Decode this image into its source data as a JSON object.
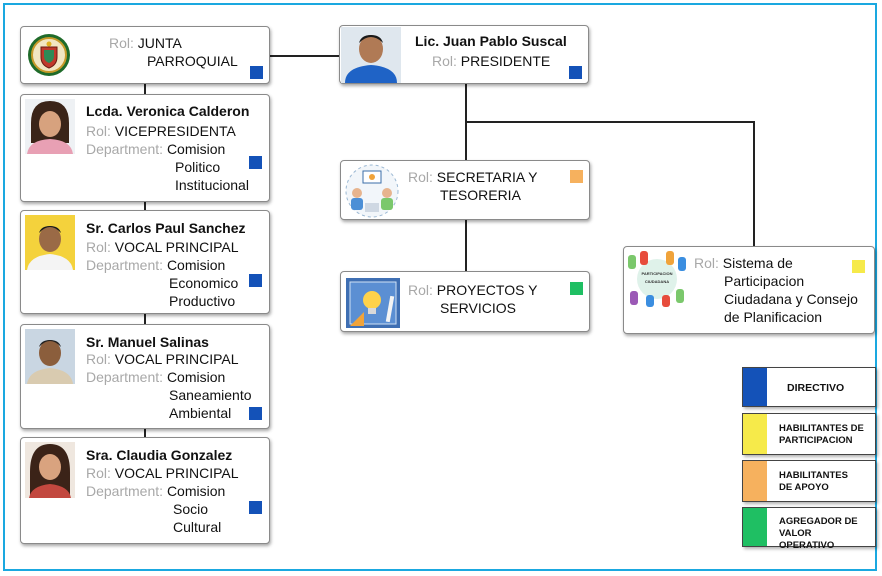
{
  "colors": {
    "directivo": "#1452b8",
    "participacion": "#f6ea4a",
    "apoyo": "#f6b15e",
    "operativo": "#1fbf63",
    "frame": "#1aa8e0"
  },
  "labels": {
    "rol": "Rol:",
    "department": "Department:"
  },
  "cards": {
    "junta": {
      "role": "JUNTA",
      "role2": "PARROQUIAL",
      "image": "parish-seal-icon"
    },
    "presidente": {
      "name": "Lic. Juan Pablo Suscal",
      "role": "PRESIDENTE"
    },
    "vice": {
      "name": "Lcda. Veronica Calderon",
      "role": "VICEPRESIDENTA",
      "dept": [
        "Comision",
        "Politico",
        "Institucional"
      ]
    },
    "carlos": {
      "name": "Sr. Carlos Paul Sanchez",
      "role": "VOCAL PRINCIPAL",
      "dept": [
        "Comision",
        "Economico",
        "Productivo"
      ]
    },
    "manuel": {
      "name": "Sr. Manuel Salinas",
      "role": "VOCAL PRINCIPAL",
      "dept": [
        "Comision",
        "Saneamiento",
        "Ambiental"
      ]
    },
    "claudia": {
      "name": "Sra. Claudia Gonzalez",
      "role": "VOCAL PRINCIPAL",
      "dept": [
        "Comision",
        "Socio",
        "Cultural"
      ]
    },
    "secretaria": {
      "role": [
        "SECRETARIA Y",
        "TESORERIA"
      ]
    },
    "proyectos": {
      "role": [
        "PROYECTOS Y",
        "SERVICIOS"
      ]
    },
    "sistema": {
      "role": [
        "Sistema de",
        "Participacion",
        "Ciudadana y Consejo",
        "de Planificacion"
      ],
      "image_text": [
        "PARTICIPACION",
        "CIUDADANA"
      ]
    }
  },
  "legend": [
    {
      "key": "directivo",
      "lines": [
        "DIRECTIVO"
      ]
    },
    {
      "key": "participacion",
      "lines": [
        "HABILITANTES DE",
        "PARTICIPACION"
      ]
    },
    {
      "key": "apoyo",
      "lines": [
        "HABILITANTES",
        "DE APOYO"
      ]
    },
    {
      "key": "operativo",
      "lines": [
        "AGREGADOR DE",
        "VALOR OPERATIVO"
      ]
    }
  ]
}
